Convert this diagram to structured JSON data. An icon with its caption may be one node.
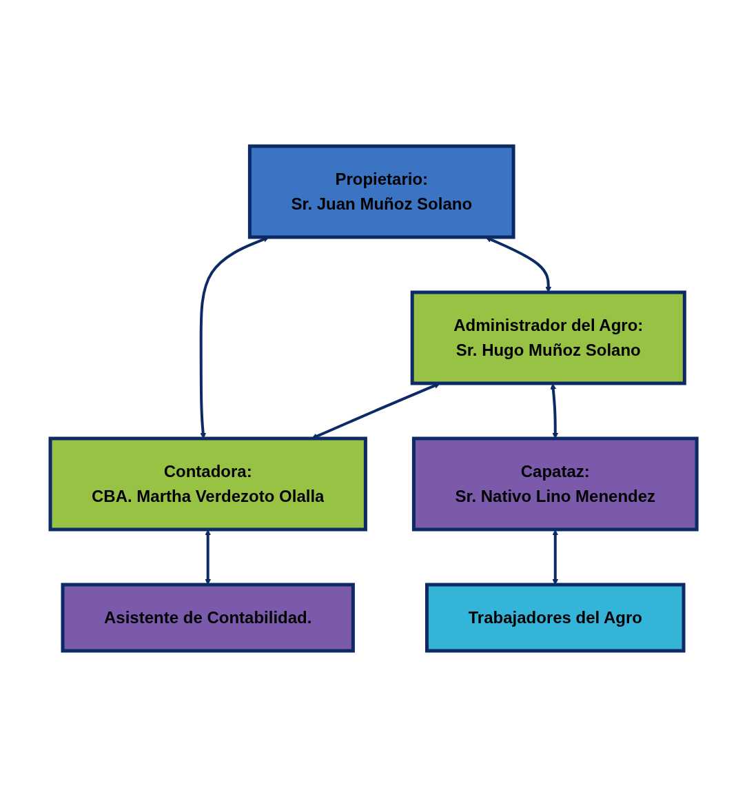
{
  "diagram": {
    "nodes": [
      {
        "text": [
          "Propietario:",
          "Sr. Juan Muñoz Solano"
        ]
      },
      {
        "text": [
          "Administrador del Agro:",
          "Sr. Hugo Muñoz Solano"
        ]
      },
      {
        "text": [
          "Contadora:",
          "CBA. Martha Verdezoto Olalla"
        ]
      },
      {
        "text": [
          "Capataz:",
          "Sr. Nativo Lino Menendez"
        ]
      },
      {
        "text": [
          "Asistente de Contabilidad."
        ]
      },
      {
        "text": [
          "Trabajadores del Agro"
        ]
      }
    ],
    "edges": [
      {
        "from": 0,
        "to": 1,
        "arrow": "both"
      },
      {
        "from": 0,
        "to": 2,
        "arrow": "both"
      },
      {
        "from": 1,
        "to": 2,
        "arrow": "both"
      },
      {
        "from": 1,
        "to": 3,
        "arrow": "both"
      },
      {
        "from": 2,
        "to": 4,
        "arrow": "both"
      },
      {
        "from": 3,
        "to": 5,
        "arrow": "both"
      }
    ]
  }
}
